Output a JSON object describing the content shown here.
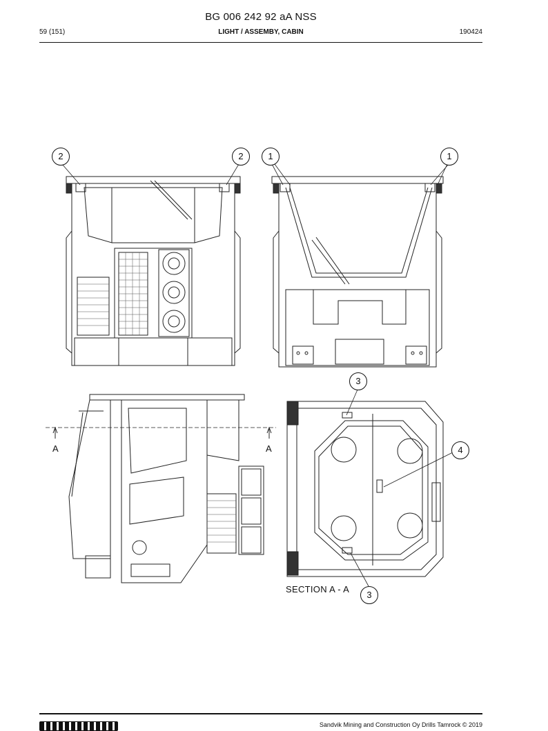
{
  "header": {
    "doc_code": "BG 006 242 92 aA NSS",
    "page_ref": "59 (151)",
    "title": "LIGHT / ASSEMBY, CABIN",
    "date_code": "190424"
  },
  "drawing": {
    "callouts": {
      "front_left": "2",
      "front_right": "2",
      "rear_left": "1",
      "rear_right": "1",
      "section_top": "3",
      "section_right": "4",
      "section_bottom": "3"
    },
    "section_marker_left": "A",
    "section_marker_right": "A",
    "section_label": "SECTION  A - A"
  },
  "footer": {
    "logo": "SANDVIK",
    "copyright": "Sandvik Mining and Construction Oy Drills Tamrock © 2019"
  }
}
